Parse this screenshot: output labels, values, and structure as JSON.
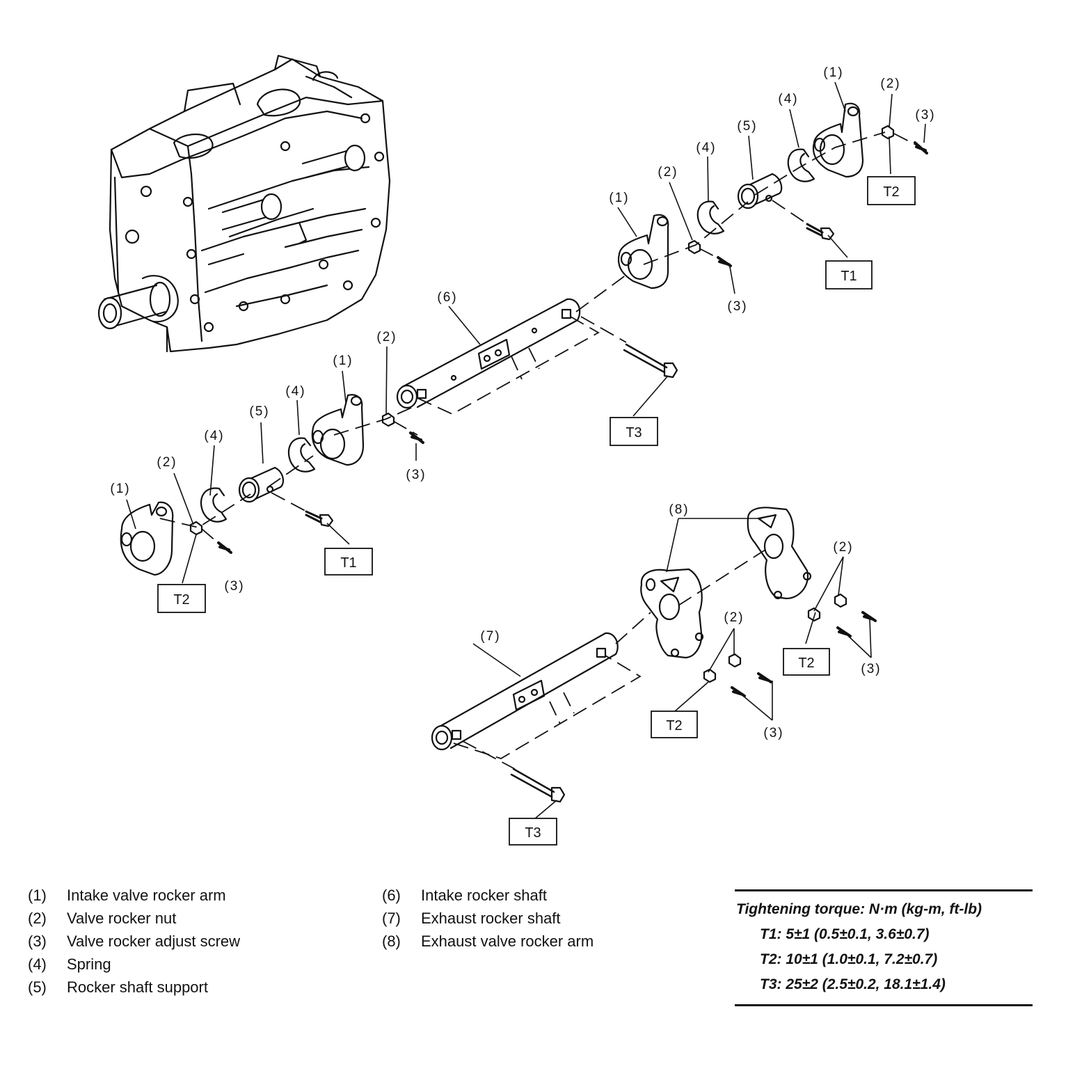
{
  "diagram": {
    "callouts": {
      "c1": "(1)",
      "c2": "(2)",
      "c3": "(3)",
      "c4": "(4)",
      "c5": "(5)",
      "c6": "(6)",
      "c7": "(7)",
      "c8": "(8)"
    },
    "torque_labels": {
      "t1": "T1",
      "t2": "T2",
      "t3": "T3"
    }
  },
  "legend": {
    "left": [
      {
        "num": "(1)",
        "label": "Intake valve rocker arm"
      },
      {
        "num": "(2)",
        "label": "Valve rocker nut"
      },
      {
        "num": "(3)",
        "label": "Valve rocker adjust screw"
      },
      {
        "num": "(4)",
        "label": "Spring"
      },
      {
        "num": "(5)",
        "label": "Rocker shaft support"
      }
    ],
    "right": [
      {
        "num": "(6)",
        "label": "Intake rocker shaft"
      },
      {
        "num": "(7)",
        "label": "Exhaust rocker shaft"
      },
      {
        "num": "(8)",
        "label": "Exhaust valve rocker arm"
      }
    ]
  },
  "torque": {
    "heading": "Tightening torque: N·m (kg-m, ft-lb)",
    "t1": "T1: 5±1 (0.5±0.1, 3.6±0.7)",
    "t2": "T2: 10±1 (1.0±0.1, 7.2±0.7)",
    "t3": "T3: 25±2 (2.5±0.2, 18.1±1.4)"
  }
}
